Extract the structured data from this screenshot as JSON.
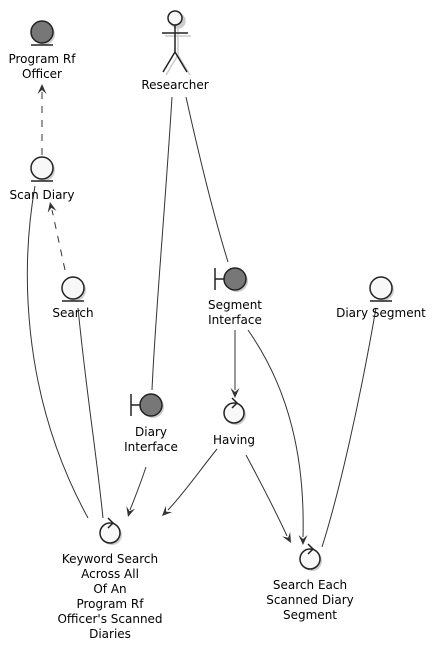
{
  "nodes": {
    "program_officer": {
      "type": "entity",
      "lines": [
        "Program Rf",
        "Officer"
      ],
      "fill": "#777777"
    },
    "researcher": {
      "type": "actor",
      "lines": [
        "Researcher"
      ]
    },
    "scan_diary": {
      "type": "entity",
      "lines": [
        "Scan Diary"
      ],
      "fill": "#f8f8f8"
    },
    "search": {
      "type": "entity",
      "lines": [
        "Search"
      ],
      "fill": "#f8f8f8"
    },
    "segment_interface": {
      "type": "boundary",
      "lines": [
        "Segment",
        "Interface"
      ],
      "fill": "#777777"
    },
    "diary_segment": {
      "type": "entity",
      "lines": [
        "Diary Segment"
      ],
      "fill": "#f8f8f8"
    },
    "diary_interface": {
      "type": "boundary",
      "lines": [
        "Diary",
        "Interface"
      ],
      "fill": "#777777"
    },
    "having": {
      "type": "control",
      "lines": [
        "Having"
      ],
      "fill": "#f8f8f8"
    },
    "keyword_search": {
      "type": "control",
      "lines": [
        "Keyword Search",
        "Across All",
        "Of An",
        "Program Rf",
        "Officer's Scanned",
        "Diaries"
      ],
      "fill": "#f8f8f8"
    },
    "search_each": {
      "type": "control",
      "lines": [
        "Search Each",
        "Scanned Diary",
        "Segment"
      ],
      "fill": "#f8f8f8"
    }
  },
  "edges": [
    {
      "from": "scan_diary",
      "to": "program_officer",
      "style": "dashed",
      "arrow": true
    },
    {
      "from": "search",
      "to": "scan_diary",
      "style": "dashed",
      "arrow": true
    },
    {
      "from": "scan_diary",
      "to": "keyword_search",
      "style": "solid",
      "arrow": false
    },
    {
      "from": "search",
      "to": "keyword_search",
      "style": "solid",
      "arrow": false
    },
    {
      "from": "researcher",
      "to": "diary_interface",
      "style": "solid",
      "arrow": false
    },
    {
      "from": "researcher",
      "to": "segment_interface",
      "style": "solid",
      "arrow": false
    },
    {
      "from": "diary_interface",
      "to": "keyword_search",
      "style": "solid",
      "arrow": true
    },
    {
      "from": "segment_interface",
      "to": "having",
      "style": "solid",
      "arrow": true
    },
    {
      "from": "segment_interface",
      "to": "search_each",
      "style": "solid",
      "arrow": true
    },
    {
      "from": "having",
      "to": "keyword_search",
      "style": "solid",
      "arrow": true
    },
    {
      "from": "having",
      "to": "search_each",
      "style": "solid",
      "arrow": true
    },
    {
      "from": "diary_segment",
      "to": "search_each",
      "style": "solid",
      "arrow": false
    }
  ]
}
